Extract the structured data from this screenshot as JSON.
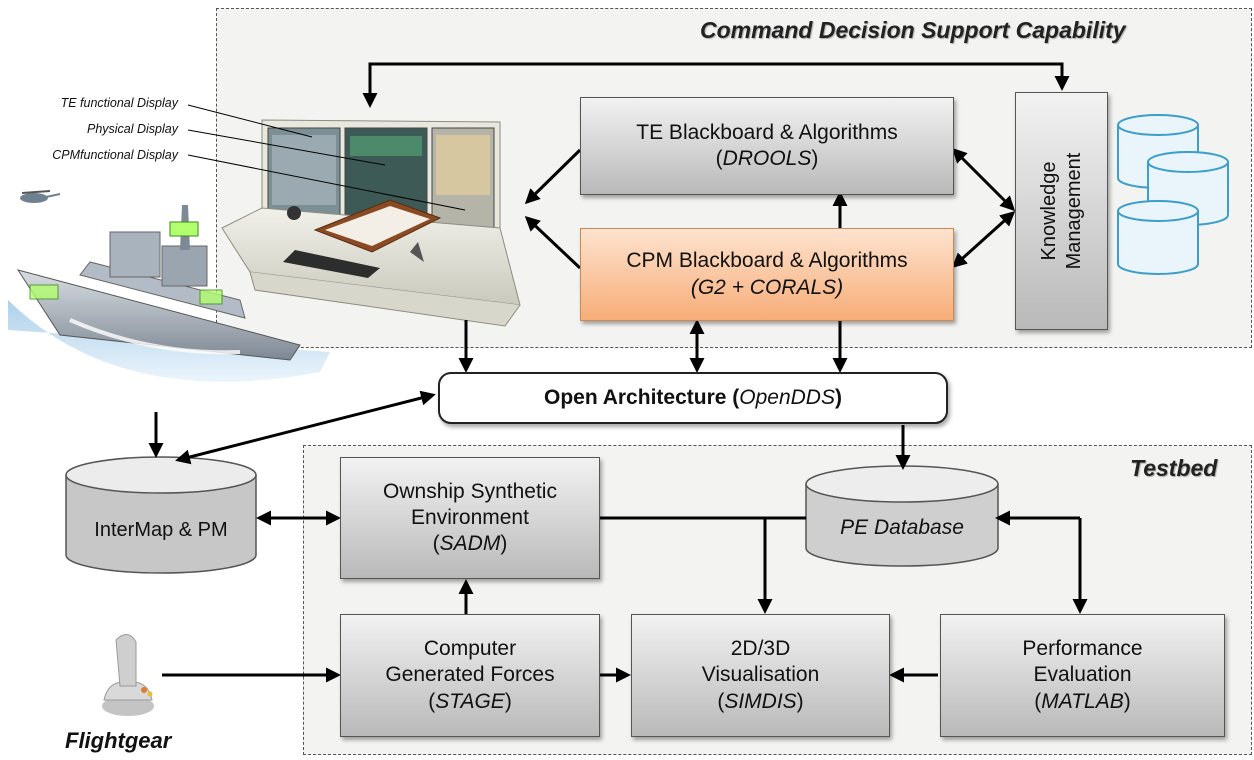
{
  "regions": {
    "cdsc_title": "Command Decision Support Capability",
    "testbed_title": "Testbed"
  },
  "display_labels": {
    "te_display": "TE functional Display",
    "physical_display": "Physical Display",
    "cpm_display": "CPMfunctional Display"
  },
  "te_box": {
    "line1": "TE Blackboard & Algorithms",
    "tool": "DROOLS"
  },
  "cpm_box": {
    "line1": "CPM Blackboard & Algorithms",
    "tool": "G2 + CORALS"
  },
  "km_box": {
    "label": "Knowledge Management"
  },
  "oa_box": {
    "prefix": "Open Architecture (",
    "tool": "OpenDDS",
    "suffix": ")"
  },
  "intermap": {
    "label": "InterMap & PM"
  },
  "pe_db": {
    "label": "PE Database"
  },
  "ownship_box": {
    "line1": "Ownship Synthetic",
    "line2": "Environment",
    "tool": "SADM"
  },
  "cgf_box": {
    "line1": "Computer",
    "line2": "Generated Forces",
    "tool": "STAGE"
  },
  "vis_box": {
    "line1": "2D/3D",
    "line2": "Visualisation",
    "tool": "SIMDIS"
  },
  "perf_box": {
    "line1": "Performance",
    "line2": "Evaluation",
    "tool": "MATLAB"
  },
  "flightgear": {
    "label": "Flightgear"
  },
  "colors": {
    "cpm_fill": "#f7ad78",
    "box_fill": "#c9c9c9",
    "db_fill": "#e9f5fb"
  }
}
